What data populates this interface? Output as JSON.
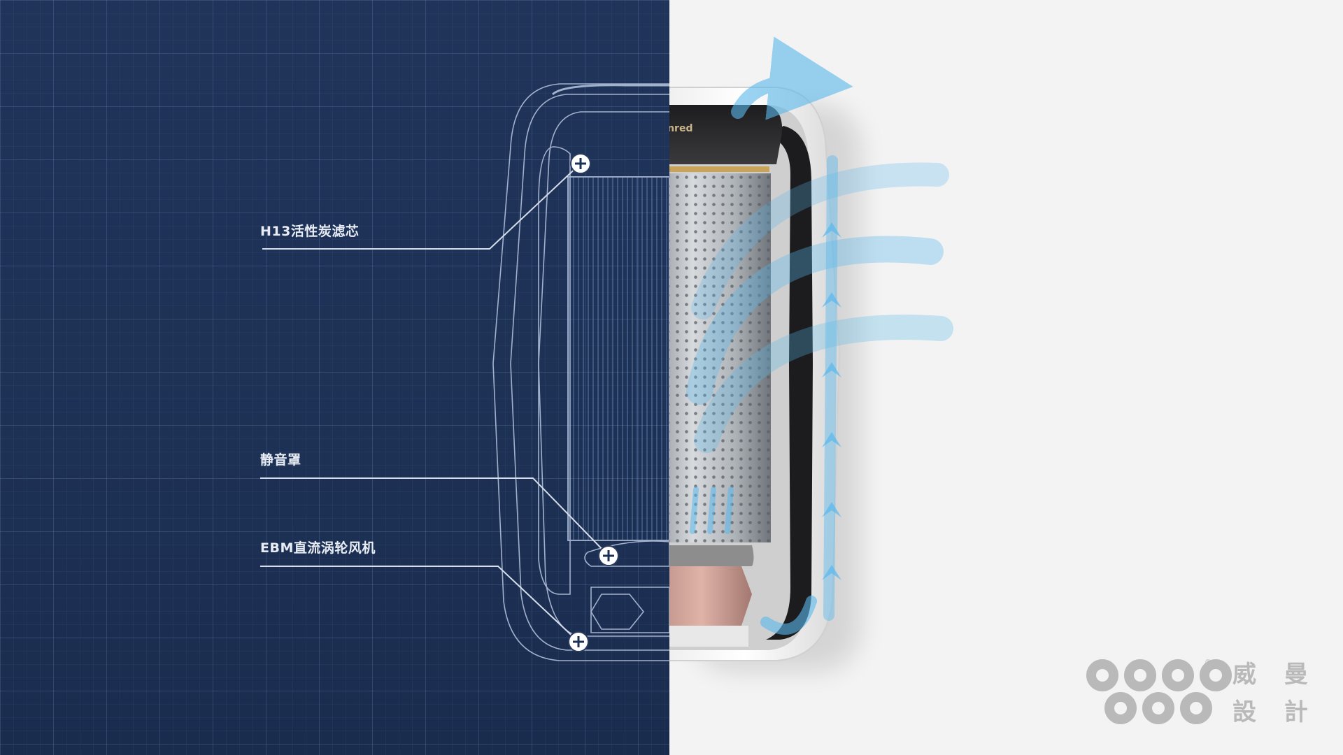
{
  "callouts": {
    "filter": "H13活性炭滤芯",
    "cover": "静音罩",
    "fan": "EBM直流涡轮风机"
  },
  "product": {
    "logo_text": "menred"
  },
  "brand": {
    "line1": "威 曼",
    "line2": "設 計"
  },
  "colors": {
    "blueprint_bg": "#1e3256",
    "airflow": "#5ab8ec",
    "page_bg": "#f3f3f3",
    "logo_gray": "#b9b9b9"
  }
}
